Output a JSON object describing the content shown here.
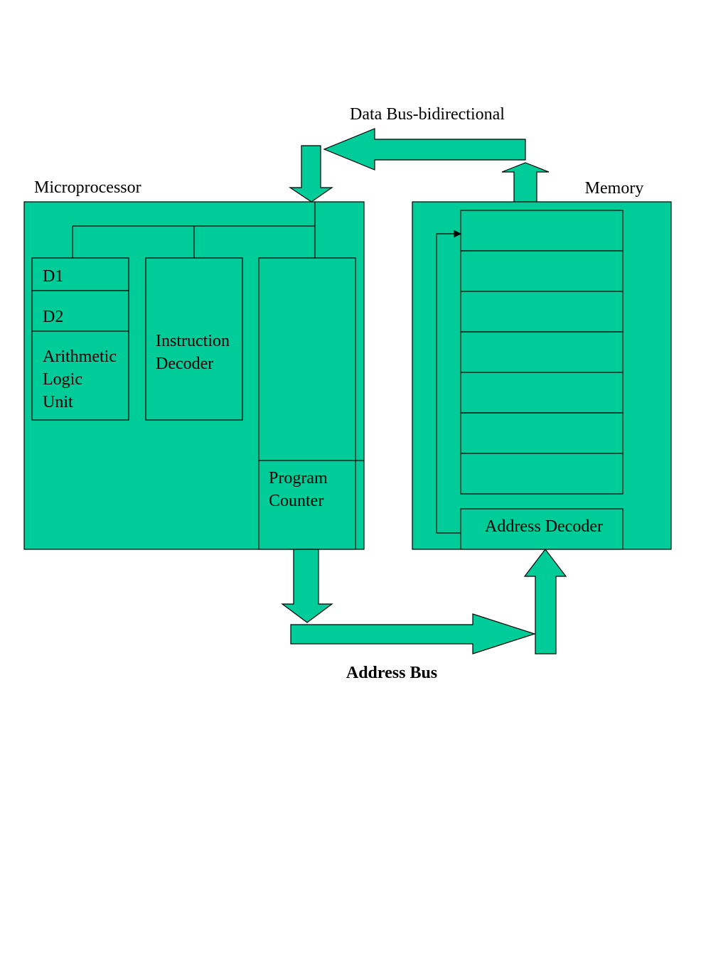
{
  "colors": {
    "fill": "#00cc99",
    "stroke": "#000000",
    "background": "#ffffff"
  },
  "labels": {
    "data_bus": "Data Bus-bidirectional",
    "microprocessor": "Microprocessor",
    "memory": "Memory",
    "address_bus": "Address Bus"
  },
  "registers": {
    "d1": "D1",
    "d2": "D2"
  },
  "alu": {
    "line1": "Arithmetic",
    "line2": "Logic",
    "line3": "Unit"
  },
  "instruction_decoder": {
    "line1": "Instruction",
    "line2": "Decoder"
  },
  "program_counter": {
    "line1": "Program",
    "line2": "Counter"
  },
  "address_decoder": "Address Decoder",
  "memory_cells_count": 7
}
